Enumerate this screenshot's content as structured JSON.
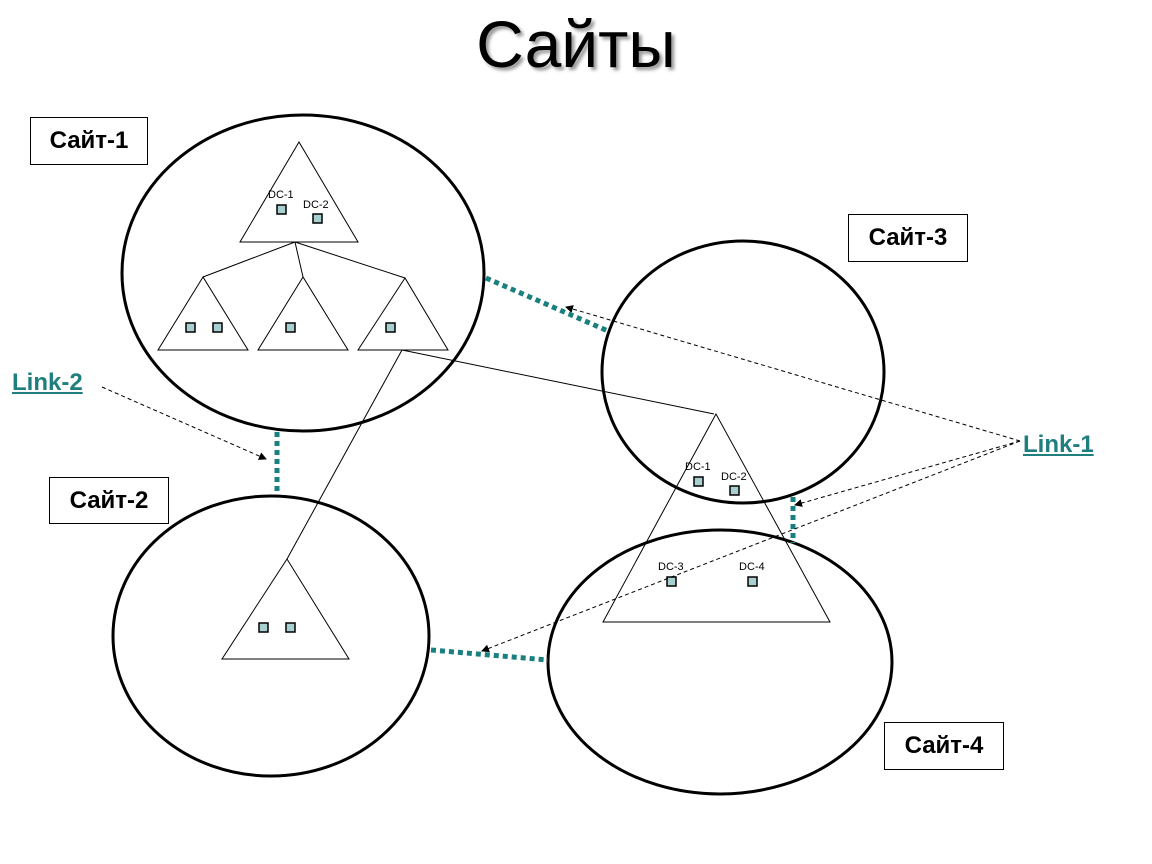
{
  "title": "Сайты",
  "sites": [
    {
      "label": "Сайт-1"
    },
    {
      "label": "Сайт-2"
    },
    {
      "label": "Сайт-3"
    },
    {
      "label": "Сайт-4"
    }
  ],
  "links": [
    {
      "label": "Link-1"
    },
    {
      "label": "Link-2"
    }
  ],
  "dc_labels": [
    "DC-1",
    "DC-2",
    "DC-1",
    "DC-2",
    "DC-3",
    "DC-4"
  ],
  "colors": {
    "link_dotted": "#1a7f7f",
    "server_fill": "#a8d0d0"
  }
}
